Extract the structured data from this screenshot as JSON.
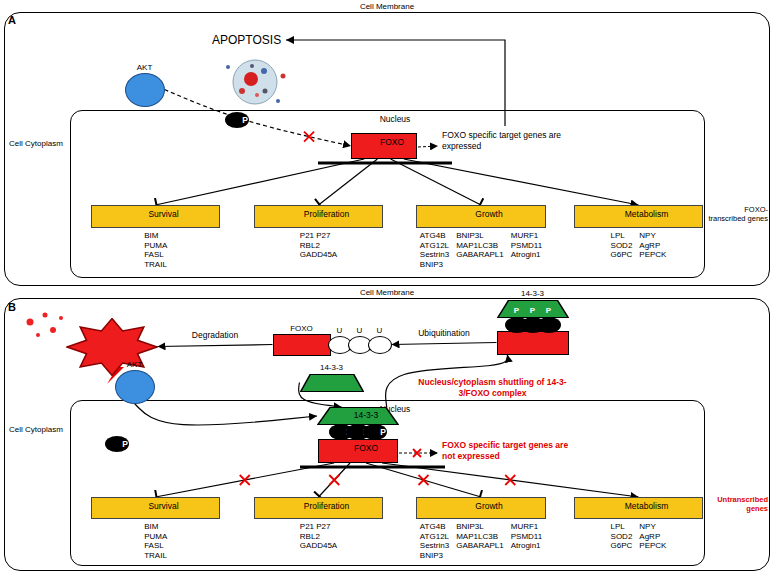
{
  "diagram": {
    "nodes": [
      {
        "text": [
          "Cell Membrane",
          "Cell Cytoplasm"
        ]
      },
      {
        "text": [
          "AKT"
        ],
        "in": 0
      },
      {
        "text": [
          "Nucleus"
        ],
        "in": 0
      },
      {
        "text": [
          "P"
        ],
        "in": 2
      },
      {
        "text": [
          "FOXO"
        ],
        "in": 2
      },
      {
        "text": [
          "Survival",
          "BIM PUMA FASL TRAIL"
        ],
        "in": 2
      },
      {
        "text": [
          "Proliferation",
          "P21 P27 RBL2 GADD45A"
        ],
        "in": 2
      },
      {
        "text": [
          "Growth",
          "ATG4B ATG12L Sestrin3 BNIP3",
          "BNIP3L MAP1LC3B GABARAPL1",
          "MURF1 PSMD11 Atrogin1"
        ],
        "in": 2
      },
      {
        "text": [
          "Metabolism",
          "LPL SOD2 G6PC",
          "NPY AgRP PEPCK"
        ],
        "in": 2
      },
      {
        "text": [
          "Cell Membrane",
          "Cell Cytoplasm"
        ]
      },
      {
        "text": [
          "FOXO"
        ],
        "in": 9
      },
      {
        "text": [
          "FOXO"
        ],
        "in": 9
      },
      {
        "text": [
          "U"
        ],
        "in": 9
      },
      {
        "text": [
          "U"
        ],
        "in": 9
      },
      {
        "text": [
          "U"
        ],
        "in": 9
      },
      {
        "text": [
          "14-3-3"
        ],
        "in": 9
      },
      {
        "text": [
          "P"
        ],
        "in": 9
      },
      {
        "text": [
          "P"
        ],
        "in": 9
      },
      {
        "text": [
          "P"
        ],
        "in": 9
      },
      {
        "text": [
          "FOXO"
        ],
        "in": 9
      },
      {
        "text": [
          "AKT"
        ],
        "in": 9
      },
      {
        "text": [
          "14-3-3"
        ],
        "in": 9
      },
      {
        "text": [
          "Nucleus"
        ],
        "in": 9
      },
      {
        "text": [
          "P"
        ],
        "in": 22
      },
      {
        "text": [
          "14-3-3"
        ],
        "in": 22
      },
      {
        "text": [
          "P"
        ],
        "in": 22
      },
      {
        "text": [
          "P"
        ],
        "in": 22
      },
      {
        "text": [
          "P"
        ],
        "in": 22
      },
      {
        "text": [
          "FOXO"
        ],
        "in": 22
      },
      {
        "text": [
          "Survival",
          "BIM PUMA FASL TRAIL"
        ],
        "in": 22
      },
      {
        "text": [
          "Proliferation",
          "P21 P27 RBL2 GADD45A"
        ],
        "in": 22
      },
      {
        "text": [
          "Growth",
          "ATG4B ATG12L Sestrin3 BNIP3",
          "BNIP3L MAP1LC3B GABARAPL1",
          "MURF1 PSMD11 Atrogin1"
        ],
        "in": 22
      },
      {
        "text": [
          "Metabolism",
          "LPL SOD2 G6PC",
          "NPY AgRP PEPCK"
        ],
        "in": 22
      }
    ],
    "edges": [
      {
        "from": 1,
        "to": 4,
        "arrow": "to"
      },
      {
        "from": 4,
        "to": 5,
        "arrow": "to"
      },
      {
        "from": 4,
        "to": 6,
        "arrow": "to"
      },
      {
        "from": 4,
        "to": 7,
        "arrow": "to"
      },
      {
        "from": 4,
        "to": 8,
        "arrow": "to"
      },
      {
        "from": 20,
        "to": 24,
        "arrow": "to"
      },
      {
        "from": 21,
        "to": 24,
        "arrow": "to"
      },
      {
        "from": 24,
        "to": 19,
        "arrow": "to"
      },
      {
        "from": 19,
        "to": 14,
        "label": "Ubiquitination",
        "arrow": "to"
      },
      {
        "from": 11,
        "to": 10,
        "label": "Degradation",
        "arrow": "to"
      },
      {
        "from": 28,
        "to": 29,
        "arrow": "to"
      },
      {
        "from": 28,
        "to": 30,
        "arrow": "to"
      },
      {
        "from": 28,
        "to": 31,
        "arrow": "to"
      },
      {
        "from": 28,
        "to": 32,
        "arrow": "to"
      }
    ],
    "labels": [
      "A",
      "APOPTOSIS",
      "FOXO specific target genes are expressed",
      "FOXO-transcribed genes",
      "B",
      "Nucleus/cytoplasm shuttling of 14-3-3/FOXO complex",
      "FOXO specific target genes are not expressed",
      "Untranscribed genes"
    ]
  }
}
